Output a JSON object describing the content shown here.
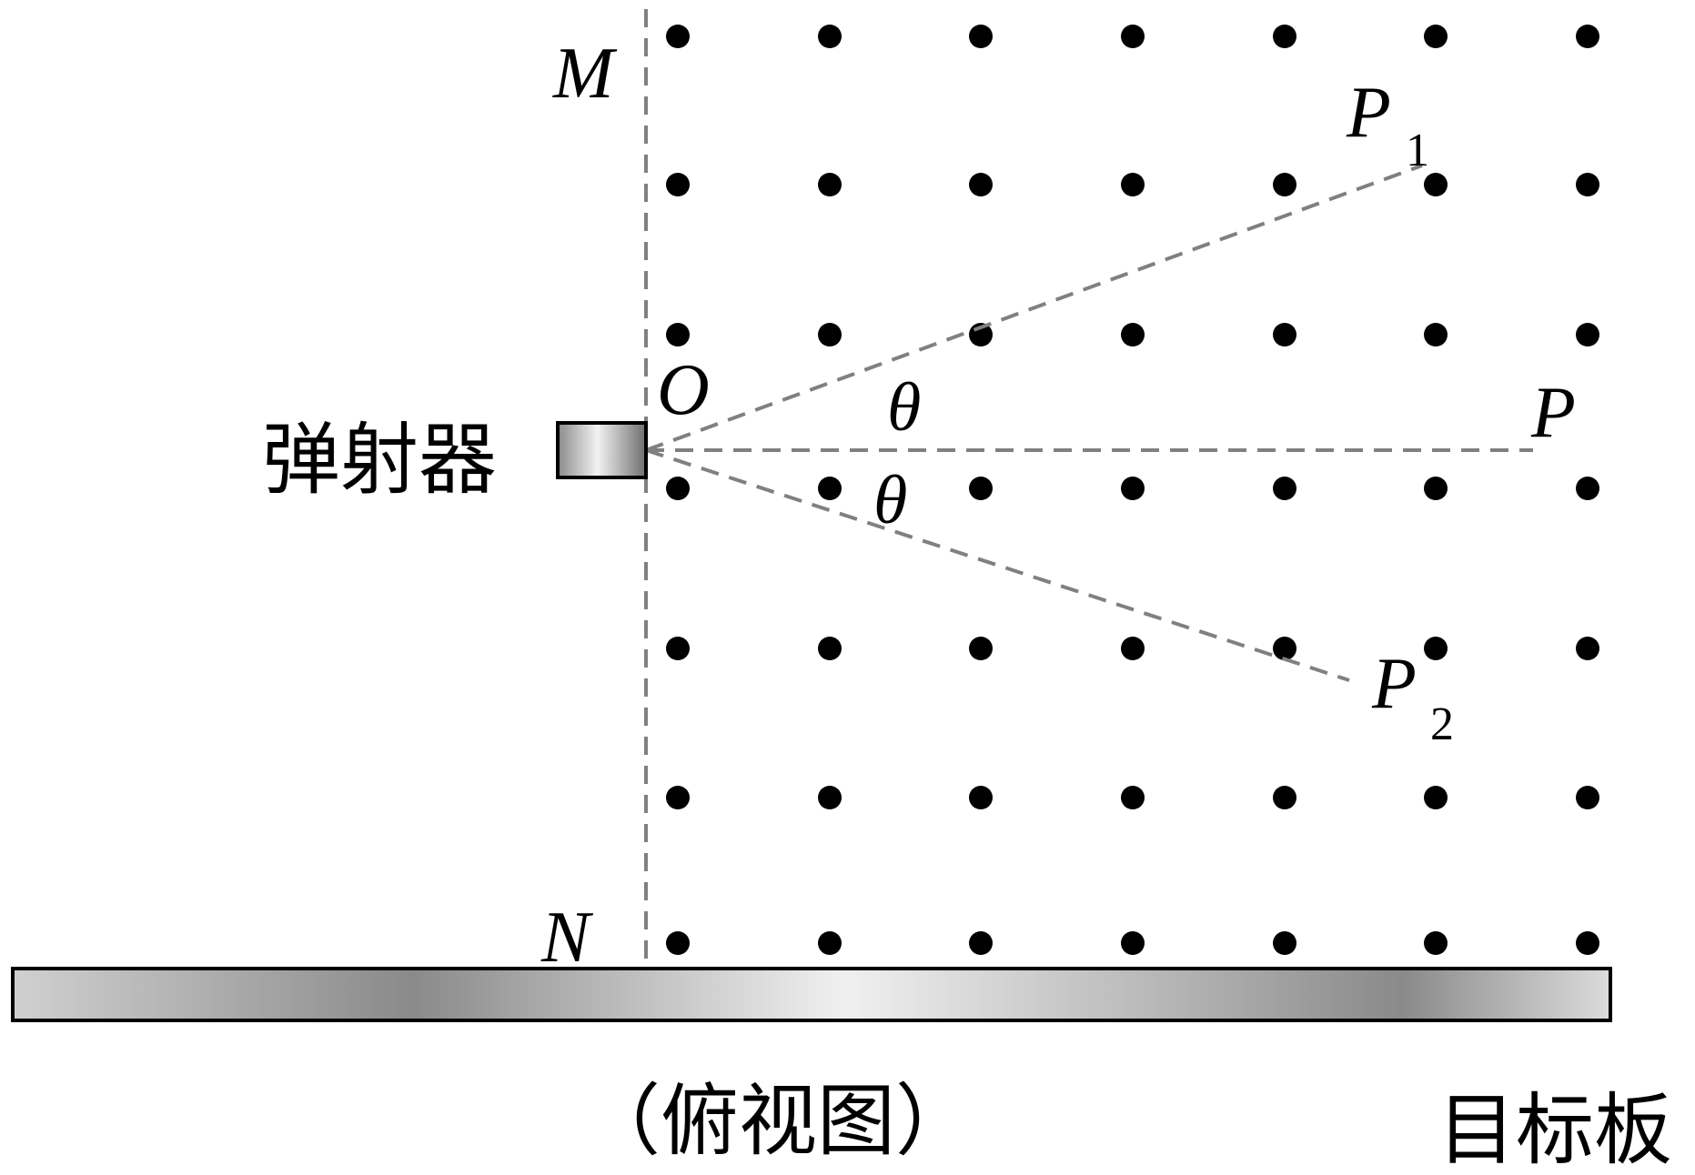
{
  "labels": {
    "M": "M",
    "N": "N",
    "O": "O",
    "P": "P",
    "P1_main": "P",
    "P1_sub": "1",
    "P2_main": "P",
    "P2_sub": "2",
    "theta_upper": "θ",
    "theta_lower": "θ",
    "launcher": "弹射器",
    "view": "（俯视图）",
    "board": "目标板"
  },
  "colors": {
    "dot": "#000000",
    "dashed_line": "#808080",
    "outline": "#000000"
  }
}
